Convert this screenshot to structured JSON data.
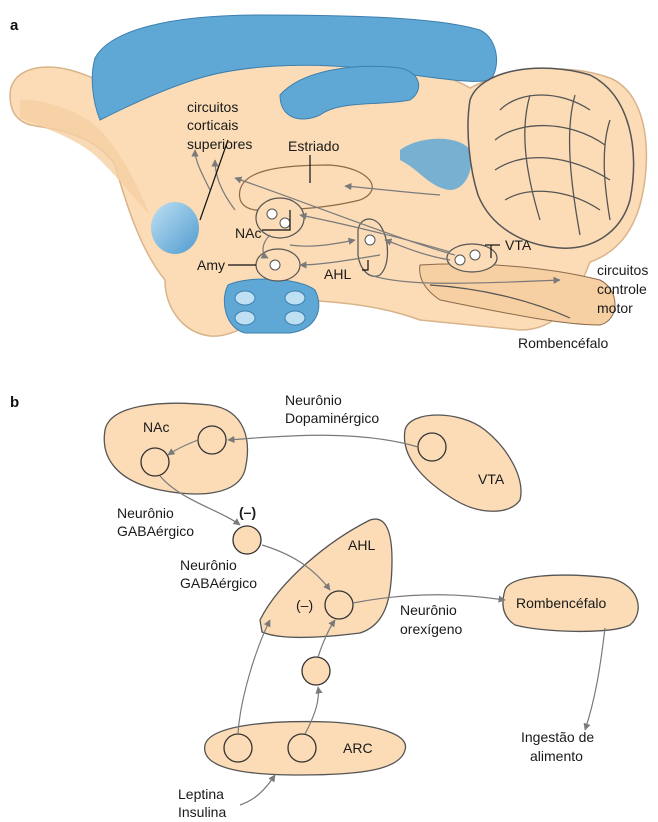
{
  "panel_a": {
    "panel_letter": "a",
    "labels": {
      "cortical": [
        "circuitos",
        "corticais",
        "superiores"
      ],
      "striatum": "Estriado",
      "nac": "NAc",
      "amy": "Amy",
      "ahl": "AHL",
      "vta": "VTA",
      "motor": [
        "circuitos",
        "controle",
        "motor"
      ],
      "hindbrain": "Rombencéfalo"
    }
  },
  "panel_b": {
    "panel_letter": "b",
    "labels": {
      "nac": "NAc",
      "dopaminergic": [
        "Neurônio",
        "Dopaminérgico"
      ],
      "vta": "VTA",
      "gaba1": [
        "Neurônio",
        "GABAérgico"
      ],
      "minus_top": "(–)",
      "gaba2": [
        "Neurônio",
        "GABAérgico"
      ],
      "ahl": "AHL",
      "minus_ahl": "(–)",
      "orexigenic": [
        "Neurônio",
        "orexígeno"
      ],
      "hindbrain": "Rombencéfalo",
      "food_intake": [
        "Ingestão de",
        "alimento"
      ],
      "arc": "ARC",
      "hormones": [
        "Leptina",
        "Insulina"
      ]
    }
  },
  "colors": {
    "tissue": "#fbdcb6",
    "tissue_edge": "#d9b48a",
    "blue": "#5fa8d6",
    "blue_light": "#bfe0f2",
    "line": "#555555",
    "arrow": "#7a7a7a"
  }
}
